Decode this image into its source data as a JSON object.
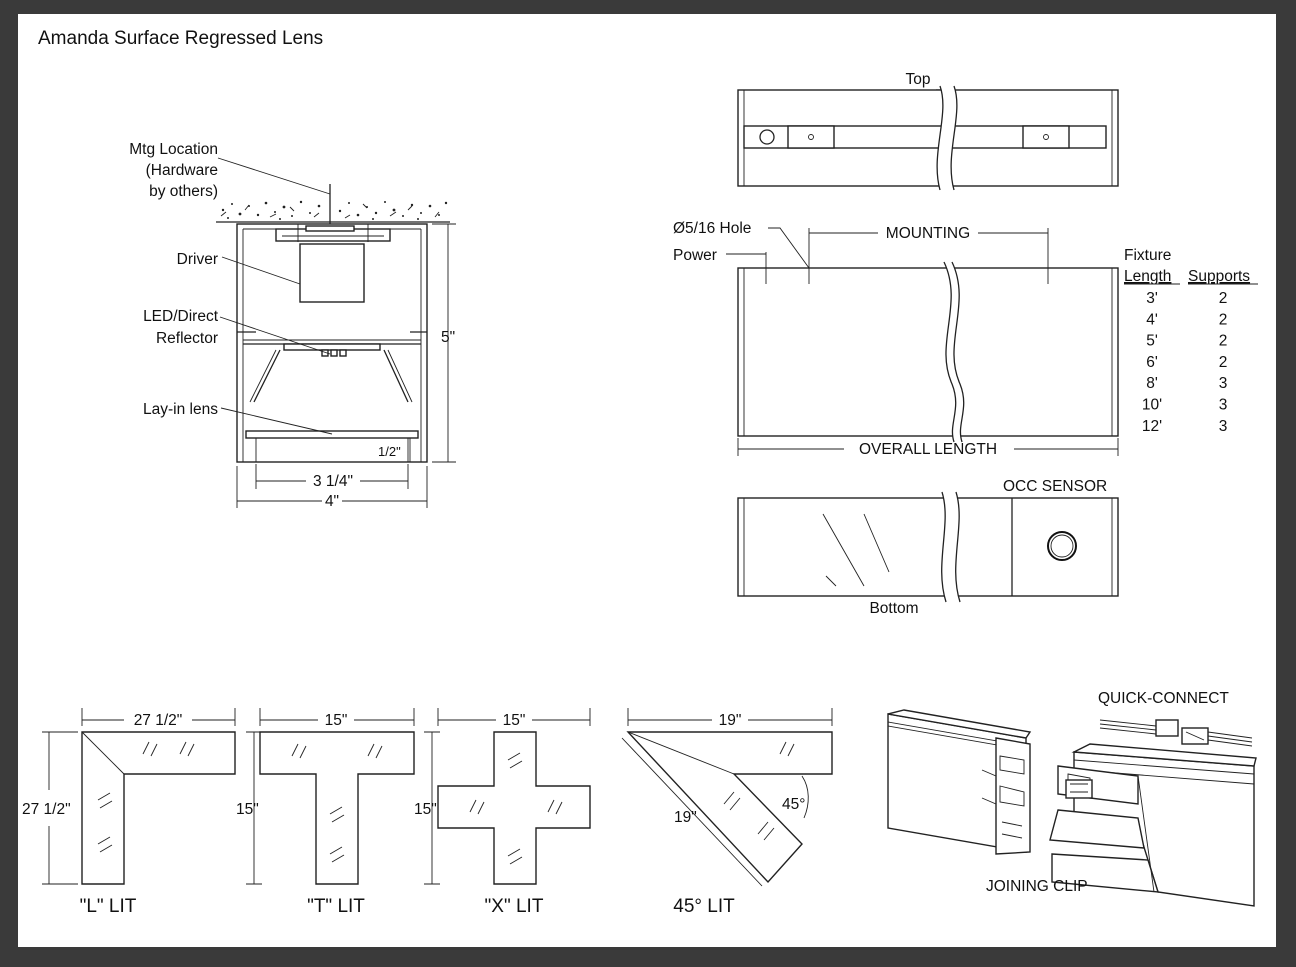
{
  "title": "Amanda Surface Regressed Lens",
  "section": {
    "callouts": {
      "mtg_line1": "Mtg Location",
      "mtg_line2": "(Hardware",
      "mtg_line3": "by others)",
      "driver": "Driver",
      "led_line1": "LED/Direct",
      "led_line2": "Reflector",
      "lens": "Lay-in lens"
    },
    "dims": {
      "height": "5\"",
      "lens_offset": "1/2\"",
      "lens_width": "3 1/4\"",
      "width": "4\""
    }
  },
  "views": {
    "top": "Top",
    "bottom": "Bottom",
    "occ_sensor": "OCC SENSOR",
    "hole": "Ø5/16 Hole",
    "power": "Power",
    "mounting": "MOUNTING",
    "overall_length": "OVERALL LENGTH"
  },
  "supports_table": {
    "header_line1": "Fixture",
    "header_length": "Length",
    "header_supports": "Supports",
    "rows": [
      {
        "length": "3'",
        "supports": "2"
      },
      {
        "length": "4'",
        "supports": "2"
      },
      {
        "length": "5'",
        "supports": "2"
      },
      {
        "length": "6'",
        "supports": "2"
      },
      {
        "length": "8'",
        "supports": "3"
      },
      {
        "length": "10'",
        "supports": "3"
      },
      {
        "length": "12'",
        "supports": "3"
      }
    ]
  },
  "configurations": {
    "l": {
      "label": "\"L\" LIT",
      "width": "27 1/2\"",
      "height": "27 1/2\""
    },
    "t": {
      "label": "\"T\" LIT",
      "width": "15\"",
      "height": "15\""
    },
    "x": {
      "label": "\"X\" LIT",
      "width": "15\"",
      "height": "15\""
    },
    "d45": {
      "label": "45° LIT",
      "width": "19\"",
      "side": "19\"",
      "angle": "45°"
    }
  },
  "connection": {
    "quick_connect": "QUICK-CONNECT",
    "joining_clip": "JOINING CLIP"
  },
  "colors": {
    "frame": "#3a3a3a",
    "sheet": "#ffffff",
    "ink": "#111111"
  }
}
